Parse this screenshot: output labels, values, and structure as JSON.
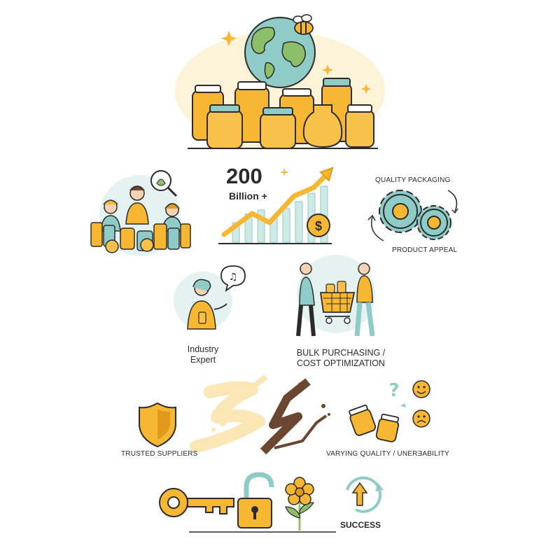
{
  "market": {
    "value": "200",
    "plus_sign": "+",
    "unit": "Billion +"
  },
  "labels": {
    "quality_packaging": "QUALITY PACKAGING",
    "product_appeal": "PRODUCT APPEAL",
    "industry_expert": "Industry\nExpert",
    "bulk_purchasing": "BULK PURCHASING /\nCOST OPTIMIZATION",
    "trusted_suppliers": "TRUSTED SUPPLIERS",
    "varying_quality": "VARYING QUALITY / UNERƎABILITY",
    "success": "SUCCESS"
  },
  "colors": {
    "honey": "#f7b733",
    "honey_dark": "#e09a1c",
    "teal": "#8fcbc7",
    "teal_light": "#cfe9e6",
    "cream": "#fbe7b5",
    "outline": "#2b2b2b",
    "brown": "#6b4630"
  },
  "icons": [
    "globe-icon",
    "bee-icon",
    "honey-jar-icon",
    "magnifier-icon",
    "growth-chart-icon",
    "dollar-coin-icon",
    "gear-icon",
    "speech-bubble-icon",
    "music-note-icon",
    "shopping-cart-icon",
    "shield-icon",
    "question-mark-icon",
    "happy-face-icon",
    "sad-face-icon",
    "key-icon",
    "padlock-icon",
    "flower-icon",
    "refresh-arrow-icon"
  ]
}
